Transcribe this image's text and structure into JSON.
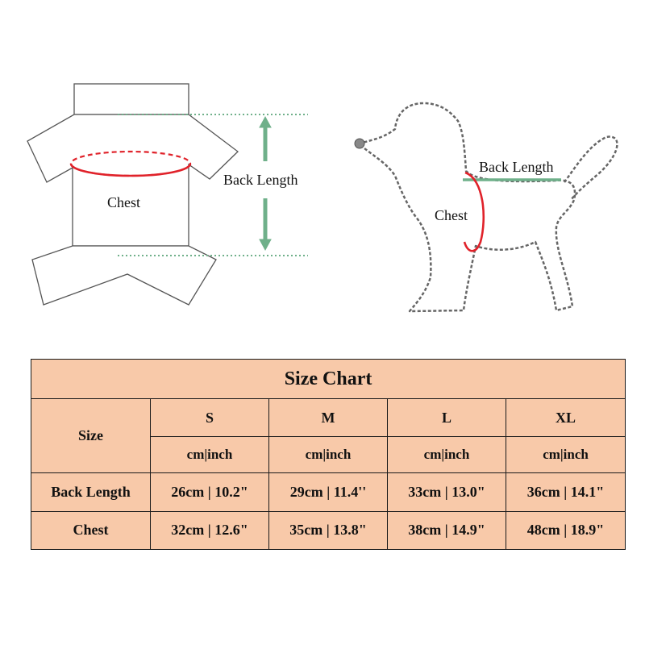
{
  "diagrams": {
    "garment": {
      "chest_label": "Chest",
      "back_length_label": "Back Length"
    },
    "dog": {
      "chest_label": "Chest",
      "back_length_label": "Back Length"
    },
    "colors": {
      "chest": "#e0222a",
      "back_length": "#6fb08a",
      "outline": "#555555"
    }
  },
  "size_chart": {
    "title": "Size Chart",
    "size_header": "Size",
    "sizes": [
      "S",
      "M",
      "L",
      "XL"
    ],
    "unit_labels": [
      "cm|inch",
      "cm|inch",
      "cm|inch",
      "cm|inch"
    ],
    "rows": [
      {
        "label": "Back Length",
        "values": [
          "26cm | 10.2\"",
          "29cm | 11.4''",
          "33cm | 13.0\"",
          "36cm | 14.1\""
        ]
      },
      {
        "label": "Chest",
        "values": [
          "32cm | 12.6\"",
          "35cm | 13.8\"",
          "38cm | 14.9\"",
          "48cm | 18.9\""
        ]
      }
    ],
    "background_color": "#f8c9a9"
  }
}
